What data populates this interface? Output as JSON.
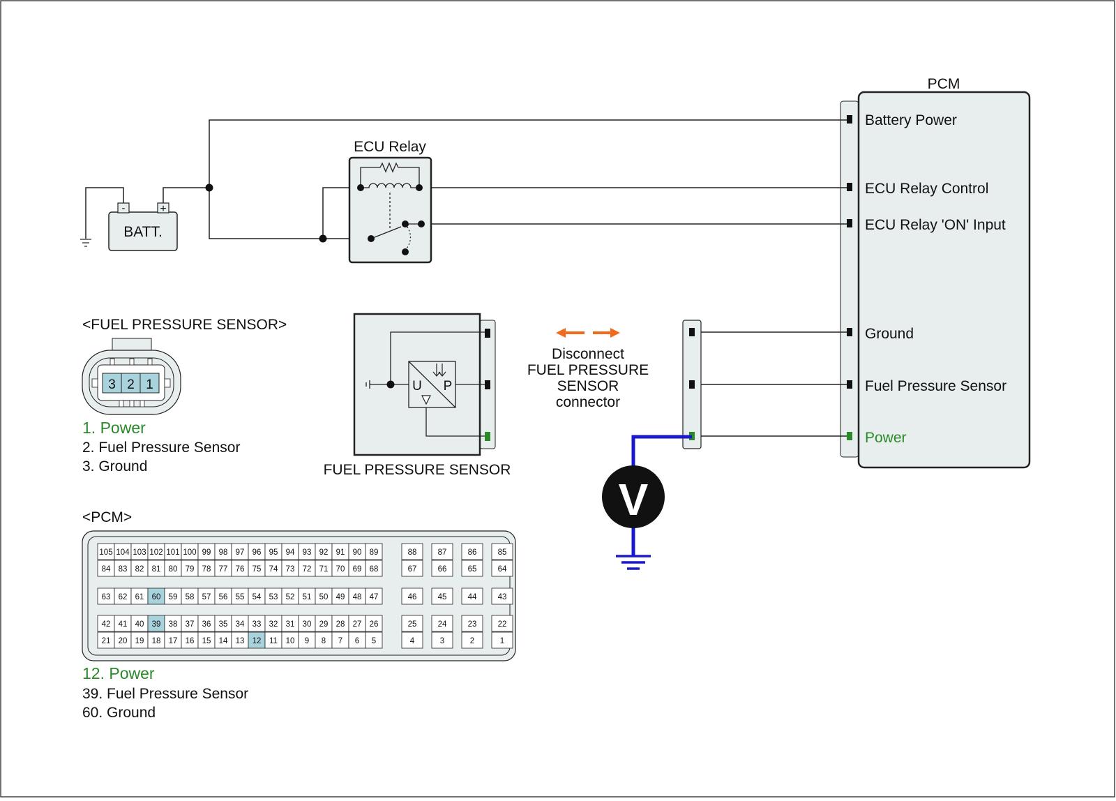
{
  "pcm_module": {
    "title": "PCM",
    "pins": [
      "Battery Power",
      "ECU Relay Control",
      "ECU Relay 'ON' Input",
      "Ground",
      "Fuel Pressure Sensor",
      "Power"
    ]
  },
  "battery": {
    "label": "BATT.",
    "neg_symbol": "-",
    "pos_symbol": "+"
  },
  "ecu_relay": {
    "label": "ECU Relay"
  },
  "fuel_sensor_diagram": {
    "label": "FUEL PRESSURE SENSOR",
    "u_label": "U",
    "p_label": "P"
  },
  "disconnect_note": {
    "lines": [
      "Disconnect",
      "FUEL PRESSURE",
      "SENSOR",
      "connector"
    ]
  },
  "voltmeter": {
    "label": "V"
  },
  "sensor_connector": {
    "title": "<FUEL PRESSURE SENSOR>",
    "pins": [
      "3",
      "2",
      "1"
    ],
    "legend": [
      "1. Power",
      "2. Fuel Pressure Sensor",
      "3. Ground"
    ]
  },
  "pcm_connector": {
    "title": "<PCM>",
    "legend": [
      "12. Power",
      "39. Fuel Pressure Sensor",
      "60. Ground"
    ],
    "highlighted_pins": [
      12,
      39,
      60
    ]
  },
  "colors": {
    "power_green": "#2a8a2a",
    "meter_blue": "#1a1acc",
    "arrow_orange": "#f26a1b",
    "pin_highlight": "#a9d3dc",
    "panel_fill": "#e8eeee"
  }
}
